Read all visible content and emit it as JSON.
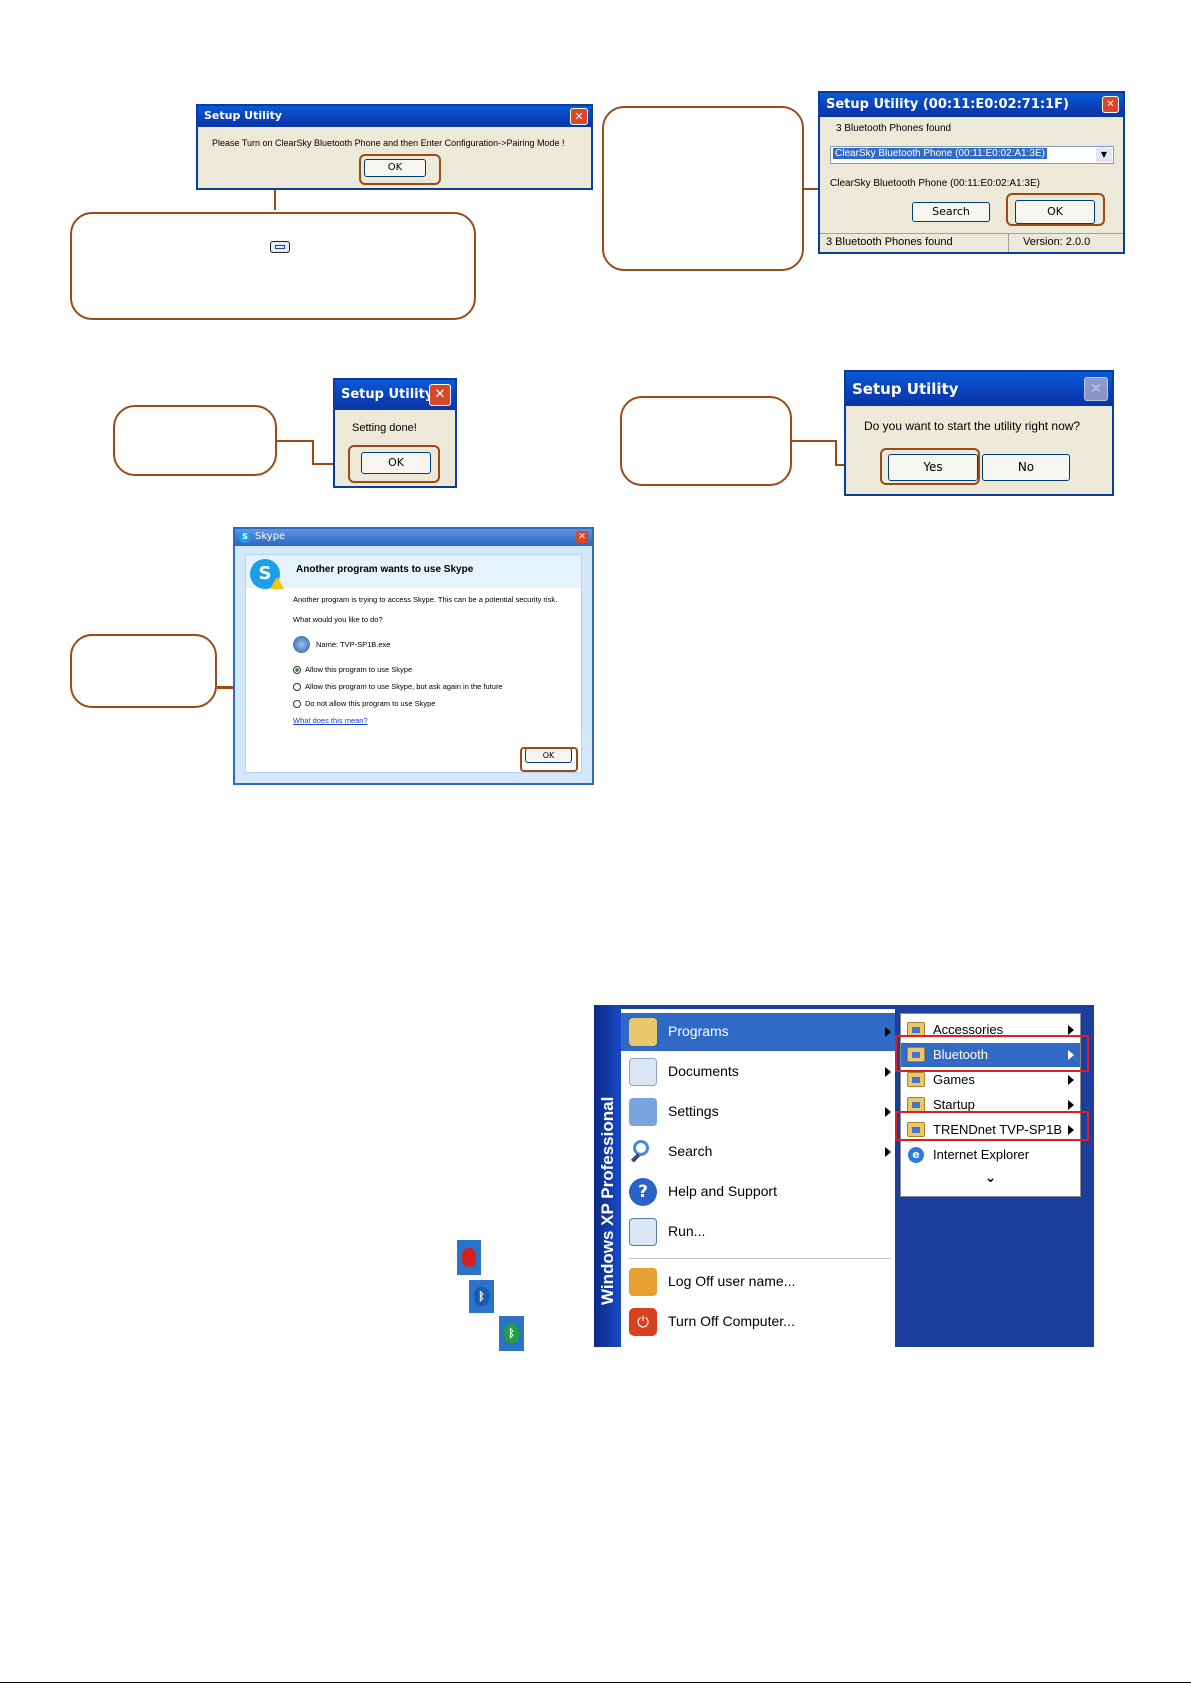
{
  "dialog1": {
    "title": "Setup Utility",
    "message": "Please Turn on ClearSky Bluetooth Phone and then Enter Configuration->Pairing Mode !",
    "ok_label": "OK"
  },
  "dialog2": {
    "title": "Setup Utility (00:11:E0:02:71:1F)",
    "found_text": "3 Bluetooth Phones found",
    "selected_device": "ClearSky Bluetooth Phone (00:11:E0:02:A1:3E)",
    "device_label": "ClearSky Bluetooth Phone (00:11:E0:02:A1:3E)",
    "search_label": "Search",
    "ok_label": "OK",
    "status_left": "3 Bluetooth Phones found",
    "status_right": "Version: 2.0.0"
  },
  "dialog3": {
    "title": "Setup Utility",
    "message": "Setting done!",
    "ok_label": "OK"
  },
  "dialog4": {
    "title": "Setup Utility",
    "message": "Do you want to start the utility right now?",
    "yes_label": "Yes",
    "no_label": "No"
  },
  "skype": {
    "title": "Skype",
    "heading": "Another program wants to use Skype",
    "description": "Another program is trying to access Skype. This can be a potential security risk.",
    "question": "What would you like to do?",
    "program_name": "Name: TVP-SP1B.exe",
    "options": [
      "Allow this program to use Skype",
      "Allow this program to use Skype, but ask again in the future",
      "Do not allow this program to use Skype"
    ],
    "help_link": "What does this mean?",
    "ok_label": "OK"
  },
  "start_menu": {
    "sidebar_text": "Windows XP Professional",
    "items": [
      "Programs",
      "Documents",
      "Settings",
      "Search",
      "Help and Support",
      "Run...",
      "Log Off user name...",
      "Turn Off Computer..."
    ],
    "submenu": [
      "Accessories",
      "Bluetooth",
      "Games",
      "Startup",
      "TRENDnet TVP-SP1B",
      "Internet Explorer"
    ],
    "expand_glyph": "⌄"
  },
  "tray_icons": [
    "bluetooth-red-icon",
    "bluetooth-blue-icon",
    "bluetooth-green-icon"
  ],
  "colors": {
    "callout_border": "#9b4a1a",
    "xp_title_blue": "#0a4fd0",
    "submenu_highlight": "#e02020"
  }
}
